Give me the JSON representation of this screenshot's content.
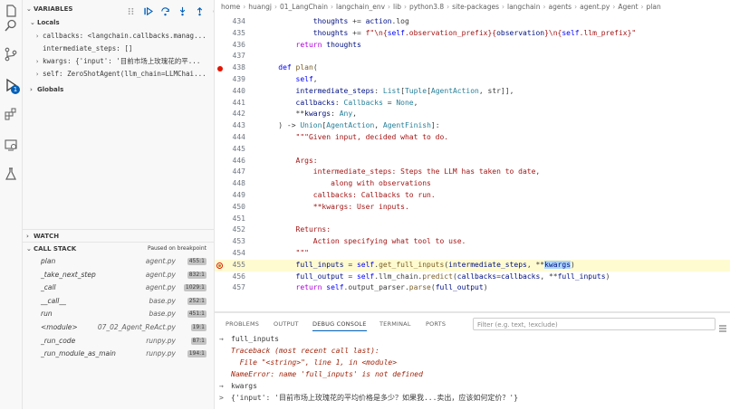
{
  "variables": {
    "header": "VARIABLES",
    "locals_label": "Locals",
    "globals_label": "Globals",
    "items": [
      {
        "name": "callbacks:",
        "value": "<langchain.callbacks.manag..."
      },
      {
        "name": "intermediate_steps:",
        "value": "[]"
      },
      {
        "name": "kwargs:",
        "value": "{'input': '目前市场上玫瑰花的平..."
      },
      {
        "name": "self:",
        "value": "ZeroShotAgent(llm_chain=LLMChai..."
      }
    ]
  },
  "watch_header": "WATCH",
  "callstack": {
    "header": "CALL STACK",
    "status": "Paused on breakpoint",
    "frames": [
      {
        "fn": "plan",
        "file": "agent.py",
        "pos": "455:1"
      },
      {
        "fn": "_take_next_step",
        "file": "agent.py",
        "pos": "832:1"
      },
      {
        "fn": "_call",
        "file": "agent.py",
        "pos": "1029:1"
      },
      {
        "fn": "__call__",
        "file": "base.py",
        "pos": "252:1"
      },
      {
        "fn": "run",
        "file": "base.py",
        "pos": "451:1"
      },
      {
        "fn": "<module>",
        "file": "07_02_Agent_ReAct.py",
        "pos": "19:1"
      },
      {
        "fn": "_run_code",
        "file": "runpy.py",
        "pos": "87:1"
      },
      {
        "fn": "_run_module_as_main",
        "file": "runpy.py",
        "pos": "194:1"
      }
    ]
  },
  "activity_badge": "1",
  "breadcrumb": [
    "home",
    "huangj",
    "01_LangChain",
    "langchain_env",
    "lib",
    "python3.8",
    "site-packages",
    "langchain",
    "agents",
    "agent.py",
    "Agent",
    "plan"
  ],
  "panel": {
    "tabs": [
      "PROBLEMS",
      "OUTPUT",
      "DEBUG CONSOLE",
      "TERMINAL",
      "PORTS"
    ],
    "active_tab": "DEBUG CONSOLE",
    "filter_placeholder": "Filter (e.g. text, !exclude)",
    "console": [
      {
        "prefix": "→",
        "text": "full_inputs",
        "kind": "input"
      },
      {
        "prefix": "",
        "text": "Traceback (most recent call last):",
        "kind": "error"
      },
      {
        "prefix": "",
        "text": "  File \"<string>\", line 1, in <module>",
        "kind": "error"
      },
      {
        "prefix": "",
        "text": "NameError: name 'full_inputs' is not defined",
        "kind": "error"
      },
      {
        "prefix": "→",
        "text": "kwargs",
        "kind": "input"
      },
      {
        "prefix": ">",
        "text": "{'input': '目前市场上玫瑰花的平均价格是多少？如果我...卖出，应该如何定价？'}",
        "kind": "output"
      }
    ]
  },
  "colors": {
    "accent": "#005fb8",
    "breakpoint": "#e51400",
    "current_line": "#fffbd1",
    "error_text": "#a1260d"
  },
  "code": {
    "lines": [
      {
        "n": "434",
        "t": "            thoughts += action.log"
      },
      {
        "n": "435",
        "t": "            thoughts += f\"\\n{self.observation_prefix}{observation}\\n{self.llm_prefix}\""
      },
      {
        "n": "436",
        "t": "        return thoughts"
      },
      {
        "n": "437",
        "t": ""
      },
      {
        "n": "438",
        "t": "    def plan("
      },
      {
        "n": "439",
        "t": "        self,"
      },
      {
        "n": "440",
        "t": "        intermediate_steps: List[Tuple[AgentAction, str]],"
      },
      {
        "n": "441",
        "t": "        callbacks: Callbacks = None,"
      },
      {
        "n": "442",
        "t": "        **kwargs: Any,"
      },
      {
        "n": "443",
        "t": "    ) -> Union[AgentAction, AgentFinish]:"
      },
      {
        "n": "444",
        "t": "        \"\"\"Given input, decided what to do."
      },
      {
        "n": "445",
        "t": ""
      },
      {
        "n": "446",
        "t": "        Args:"
      },
      {
        "n": "447",
        "t": "            intermediate_steps: Steps the LLM has taken to date,"
      },
      {
        "n": "448",
        "t": "                along with observations"
      },
      {
        "n": "449",
        "t": "            callbacks: Callbacks to run."
      },
      {
        "n": "450",
        "t": "            **kwargs: User inputs."
      },
      {
        "n": "451",
        "t": ""
      },
      {
        "n": "452",
        "t": "        Returns:"
      },
      {
        "n": "453",
        "t": "            Action specifying what tool to use."
      },
      {
        "n": "454",
        "t": "        \"\"\""
      },
      {
        "n": "455",
        "t": "        full_inputs = self.get_full_inputs(intermediate_steps, **kwargs)"
      },
      {
        "n": "456",
        "t": "        full_output = self.llm_chain.predict(callbacks=callbacks, **full_inputs)"
      },
      {
        "n": "457",
        "t": "        return self.output_parser.parse(full_output)"
      }
    ],
    "breakpoint_line": "438",
    "current_line": "455"
  }
}
